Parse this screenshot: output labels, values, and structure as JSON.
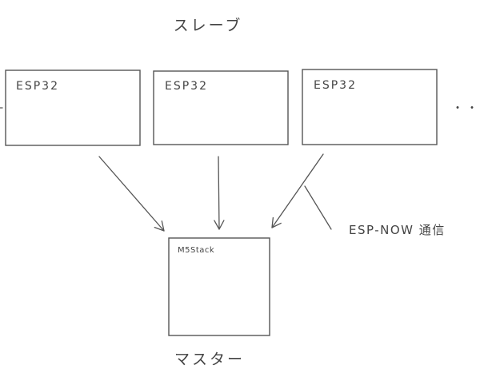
{
  "slaves": {
    "title": "スレーブ",
    "nodes": [
      {
        "label": "ESP32"
      },
      {
        "label": "ESP32"
      },
      {
        "label": "ESP32"
      }
    ],
    "continuation": "・・・"
  },
  "master": {
    "device_label": "M5Stack",
    "title": "マスター"
  },
  "connection": {
    "label": "ESP-NOW 通信"
  },
  "colors": {
    "ink": "#555555",
    "background": "#ffffff"
  }
}
